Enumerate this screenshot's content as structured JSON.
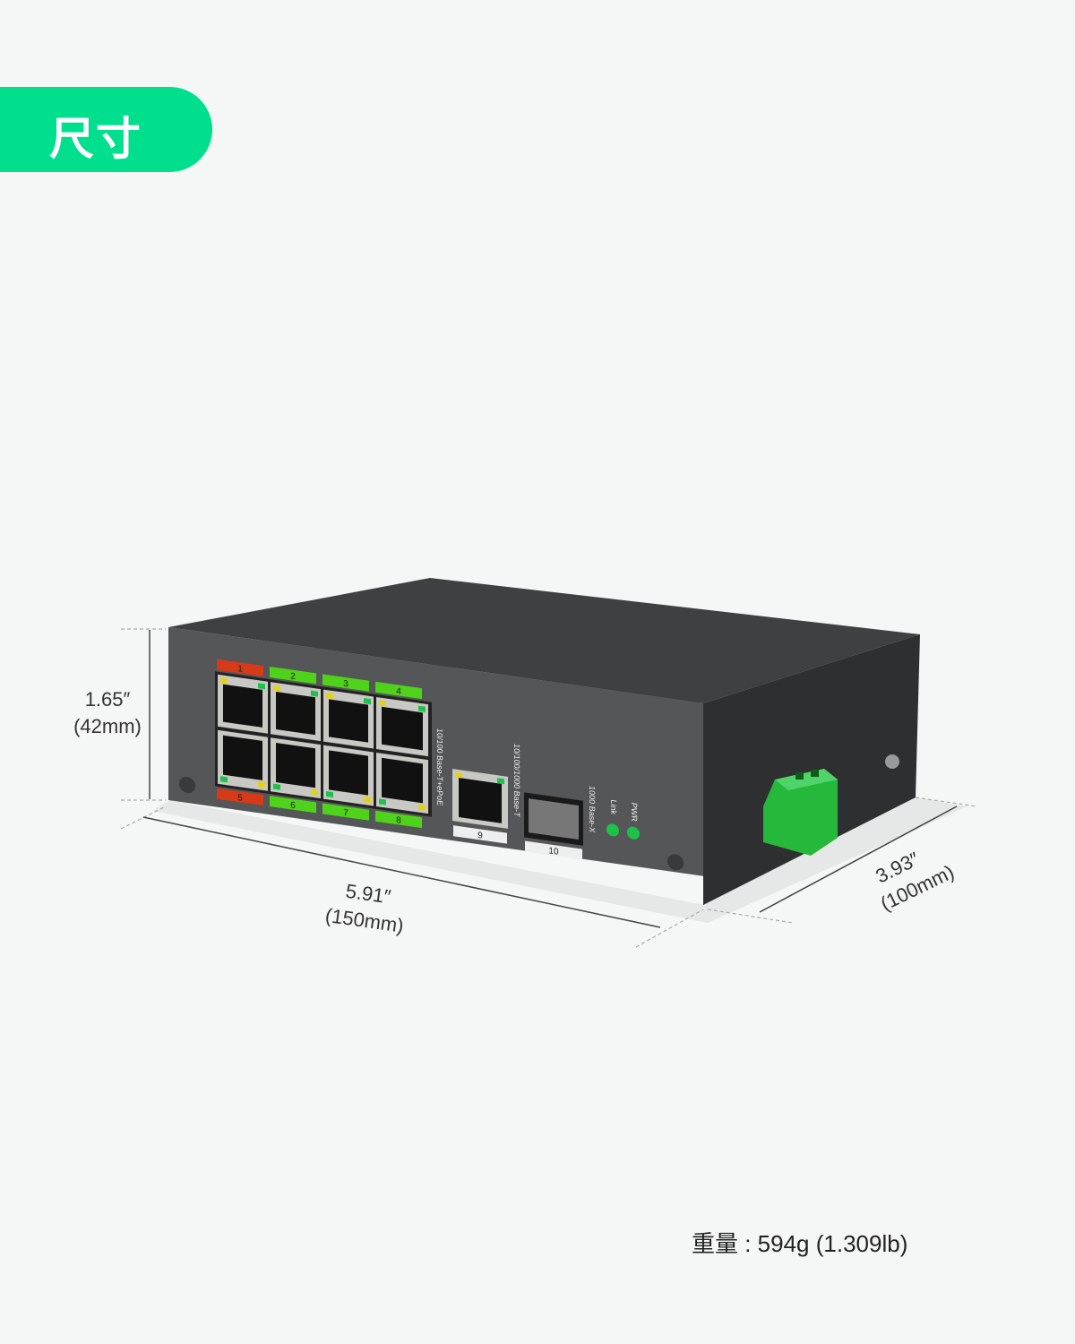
{
  "header": {
    "title": "尺寸"
  },
  "colors": {
    "accent": "#00df8d",
    "body": "#4a4b4d",
    "port_label_red": "#d63a17",
    "port_label_green": "#4fd21a",
    "led": "#1cc24a",
    "terminal": "#25b83a"
  },
  "dimensions": {
    "height": {
      "inch": "1.65″",
      "mm": "(42mm)"
    },
    "width": {
      "inch": "5.91″",
      "mm": "(150mm)"
    },
    "depth": {
      "inch": "3.93″",
      "mm": "(100mm)"
    }
  },
  "device": {
    "port_labels_top": [
      "1",
      "2",
      "3",
      "4"
    ],
    "port_labels_bottom": [
      "5",
      "6",
      "7",
      "8"
    ],
    "poe_label": "10/100 Base-T+ePoE",
    "gig_label": "10/100/1000 Base-T",
    "gig_port": "9",
    "sfp_label": "1000 Base-X",
    "sfp_port": "10",
    "led_link": "Link",
    "led_pwr": "PWR"
  },
  "weight": "重量 : 594g (1.309lb)"
}
